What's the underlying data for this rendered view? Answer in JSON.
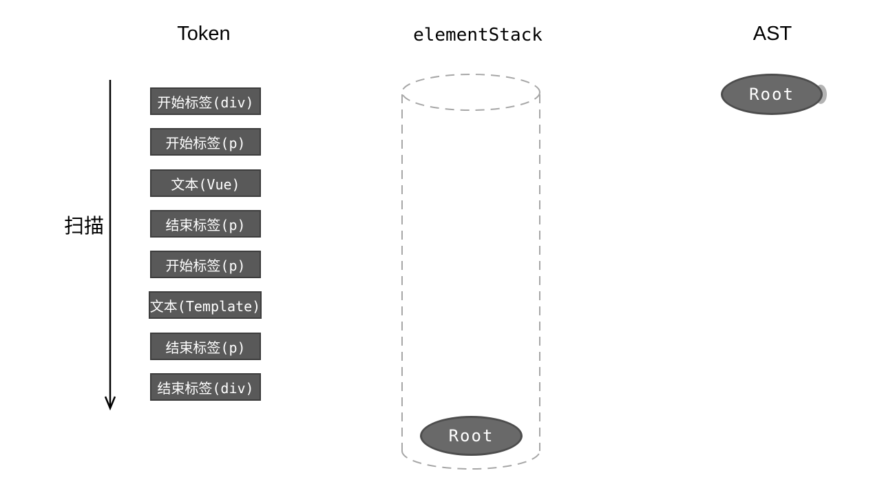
{
  "titles": {
    "token": "Token",
    "element_stack": "elementStack",
    "ast": "AST"
  },
  "scan": {
    "label": "扫描",
    "direction": "down"
  },
  "tokens": [
    "开始标签(div)",
    "开始标签(p)",
    "文本(Vue)",
    "结束标签(p)",
    "开始标签(p)",
    "文本(Template)",
    "结束标签(p)",
    "结束标签(div)"
  ],
  "stack": {
    "shape": "dashed-cylinder",
    "nodes": [
      "Root"
    ]
  },
  "ast_tree": {
    "nodes": [
      "Root"
    ]
  },
  "colors": {
    "background": "#ffffff",
    "token_box_fill": "#595959",
    "token_box_border": "#3c3c3c",
    "node_fill": "#696969",
    "node_border": "#4d4d4d",
    "cylinder_dash": "#a6a6a6",
    "arrow": "#000000",
    "title_text": "#000000",
    "box_text": "#ffffff"
  }
}
